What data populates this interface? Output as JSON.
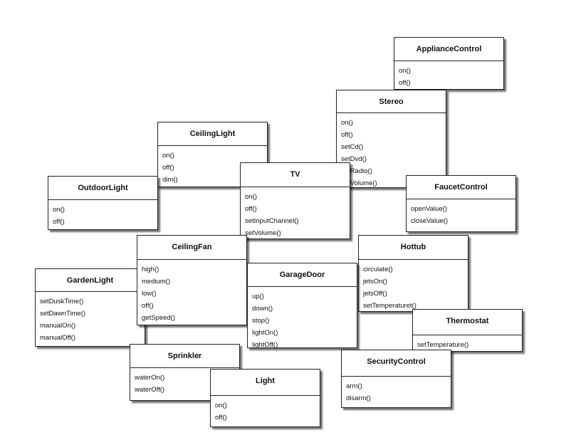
{
  "classes": [
    {
      "id": "appliance-control",
      "name": "ApplianceControl",
      "methods": [
        "on()",
        "off()"
      ]
    },
    {
      "id": "stereo",
      "name": "Stereo",
      "methods": [
        "on()",
        "off()",
        "setCd()",
        "setDvd()",
        "setRadio()",
        "setVolume()"
      ]
    },
    {
      "id": "ceiling-light",
      "name": "CeilingLight",
      "methods": [
        "on()",
        "off()",
        "dim()"
      ]
    },
    {
      "id": "outdoor-light",
      "name": "OutdoorLight",
      "methods": [
        "on()",
        "off()"
      ]
    },
    {
      "id": "tv",
      "name": "TV",
      "methods": [
        "on()",
        "off()",
        "setInputChannel()",
        "setVolume()"
      ]
    },
    {
      "id": "faucet-control",
      "name": "FaucetControl",
      "methods": [
        "openValue()",
        "closeValue()"
      ]
    },
    {
      "id": "hottub",
      "name": "Hottub",
      "methods": [
        "circulate()",
        "jetsOn()",
        "jetsOff()",
        "setTemperaturet()"
      ]
    },
    {
      "id": "garden-light",
      "name": "GardenLight",
      "methods": [
        "setDuskTime()",
        "setDawnTime()",
        "manualOn()",
        "manualOff()"
      ]
    },
    {
      "id": "ceiling-fan",
      "name": "CeilingFan",
      "methods": [
        "high()",
        "medium()",
        "low()",
        "off()",
        "getSpeed()"
      ]
    },
    {
      "id": "garage-door",
      "name": "GarageDoor",
      "methods": [
        "up()",
        "down()",
        "stop()",
        "lightOn()",
        "lightOff()"
      ]
    },
    {
      "id": "thermostat",
      "name": "Thermostat",
      "methods": [
        "setTemperature()"
      ]
    },
    {
      "id": "sprinkler",
      "name": "Sprinkler",
      "methods": [
        "waterOn()",
        "waterOff()"
      ]
    },
    {
      "id": "security-control",
      "name": "SecurityControl",
      "methods": [
        "arm()",
        "disarm()"
      ]
    },
    {
      "id": "light",
      "name": "Light",
      "methods": [
        "on()",
        "off()"
      ]
    }
  ]
}
